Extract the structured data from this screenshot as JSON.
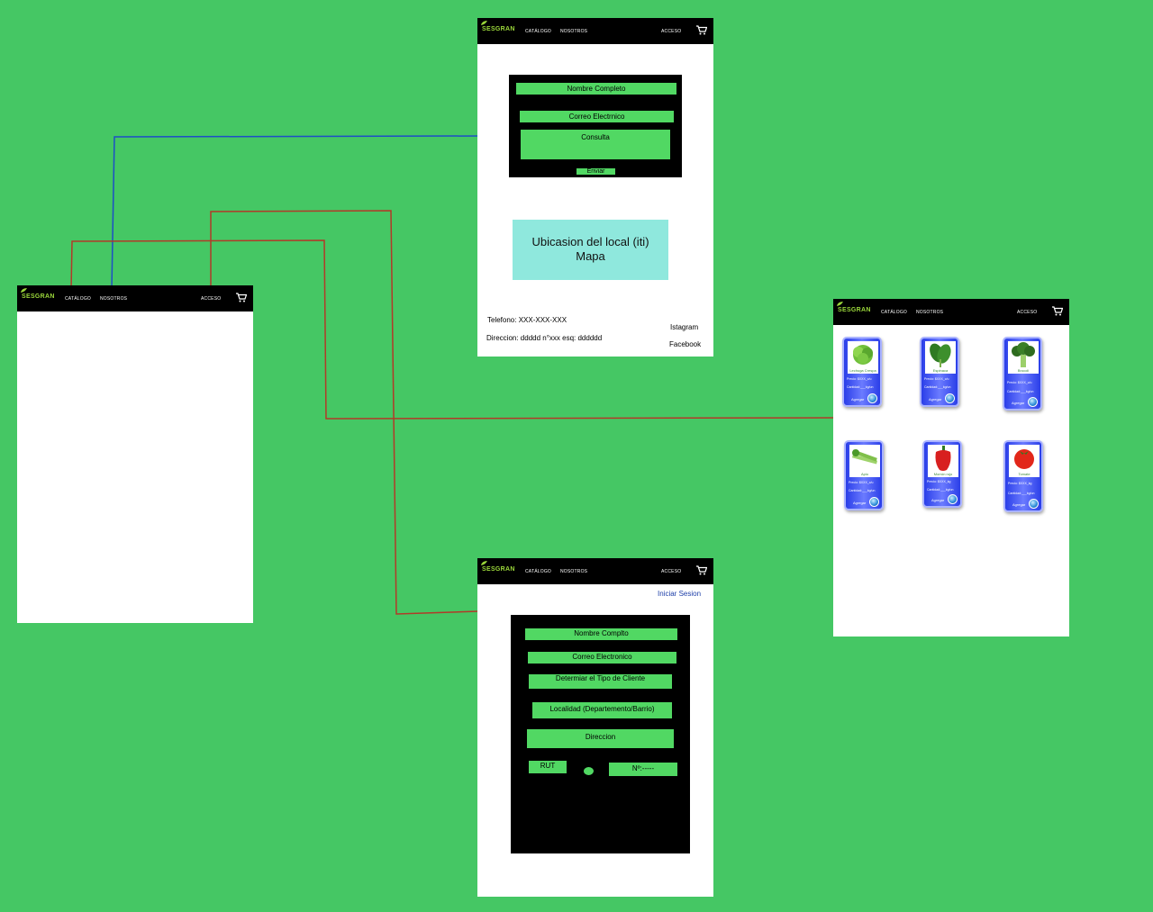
{
  "nav": {
    "logo": "SESGRAN",
    "catalogo": "CATÁLOGO",
    "nosotros": "NOSOTROS",
    "acceso": "ACCESO"
  },
  "contact_form": {
    "nombre": "Nombre Completo",
    "correo": "Correo Electrnico",
    "consulta": "Consulta",
    "enviar": "Enviar"
  },
  "map_box": {
    "line1": "Ubicasion del local (iti)",
    "line2": "Mapa"
  },
  "contact_info": {
    "telefono": "Telefono: XXX-XXX-XXX",
    "direccion": "Direccion: ddddd n°xxx esq: dddddd",
    "instagram": "Istagram",
    "facebook": "Facebook"
  },
  "register": {
    "iniciar_sesion": "Iniciar Sesion",
    "nombre": "Nombre Complto",
    "correo": "Correo Electronico",
    "tipo_cliente": "Determiar el Tipo de Cliente",
    "localidad": "Localidad (Departemento/Barrio)",
    "direccion": "Direccion",
    "rut": "RUT",
    "numero": "Nº:-----"
  },
  "catalog": {
    "products": [
      {
        "name": "Lechuga Crespa",
        "price": "Precio: $XXX_c/u",
        "qty": "Cantidad:___kg/un",
        "add": "Agregar",
        "icon": "lettuce-icon"
      },
      {
        "name": "Espinaca",
        "price": "Precio: $XXX_c/u",
        "qty": "Cantidad:___kg/un",
        "add": "Agregar",
        "icon": "spinach-icon"
      },
      {
        "name": "Brocoli",
        "price": "Precio: $XXX_c/u",
        "qty": "Cantidad:___kg/un",
        "add": "Agregar",
        "icon": "broccoli-icon"
      },
      {
        "name": "Apio",
        "price": "Precio: $XXX_c/u",
        "qty": "Cantidad:___kg/un",
        "add": "Agregar",
        "icon": "celery-icon"
      },
      {
        "name": "Morrón rojo",
        "price": "Precio: $XXX_kg",
        "qty": "Cantidad:___kg/un",
        "add": "Agregar",
        "icon": "pepper-icon"
      },
      {
        "name": "Tomate",
        "price": "Precio: $XXX_kg",
        "qty": "Cantidad:___kg/un",
        "add": "Agregar",
        "icon": "tomato-icon"
      }
    ]
  },
  "colors": {
    "background": "#45c764",
    "field": "#51d863",
    "map": "#8fe8dd",
    "connector_blue": "#1d4fc6",
    "connector_red": "#b23a28"
  }
}
